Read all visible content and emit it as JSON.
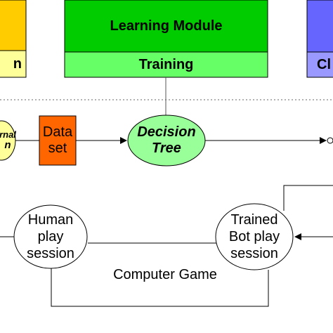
{
  "nodes": {
    "left_box_top_text": "",
    "left_box_bottom_text": "n",
    "learning_module": "Learning Module",
    "training": "Training",
    "right_box_bottom_text": "Cl",
    "left_ellipse_line1": "rnal",
    "left_ellipse_line2": "n",
    "dataset_line1": "Data",
    "dataset_line2": "set",
    "decision_tree_line1": "Decision",
    "decision_tree_line2": "Tree",
    "human_line1": "Human",
    "human_line2": "play",
    "human_line3": "session",
    "bot_line1": "Trained",
    "bot_line2": "Bot play",
    "bot_line3": "session",
    "computer_game": "Computer Game"
  },
  "colors": {
    "yellow_top": "#ffcc00",
    "yellow_bottom": "#ffff99",
    "green_top": "#00cc00",
    "green_bottom": "#66ff66",
    "blue_top": "#6666ff",
    "blue_bottom": "#9999ff",
    "orange": "#ff6600",
    "decision_fill": "#99ff99"
  }
}
